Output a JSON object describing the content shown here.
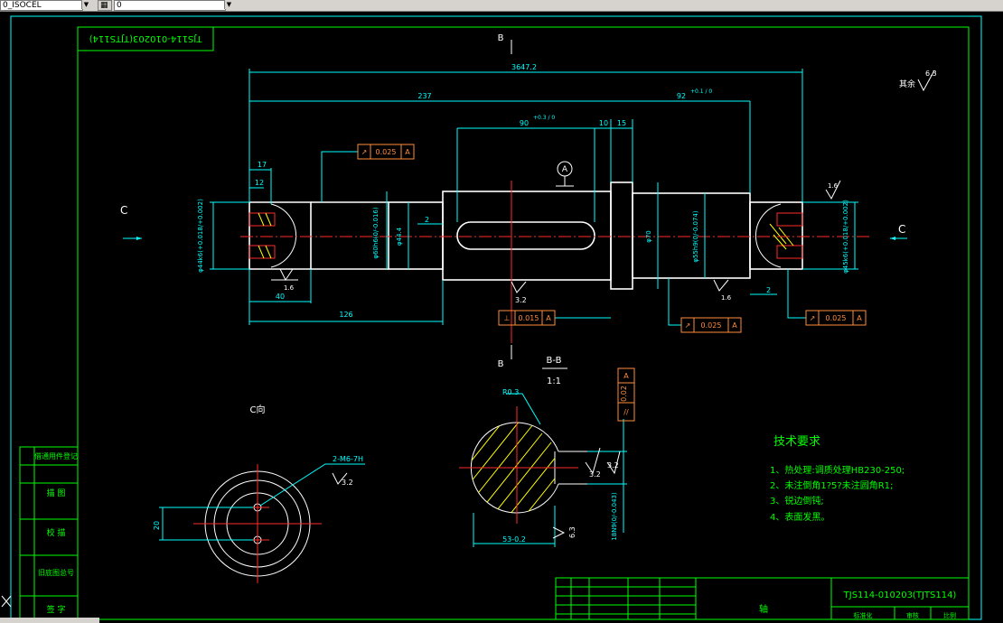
{
  "toolbar": {
    "field1": "0_ISOCEL",
    "field2": "0"
  },
  "drawing": {
    "title_rotated": "TJS114-010203(TJTS114)",
    "title_block_code": "TJS114-010203(TJTS114)",
    "part_name": "轴",
    "section_mark_b": "B",
    "view_mark_c": "C",
    "view_c_label": "C向",
    "section_title": "B-B",
    "section_scale": "1:1",
    "roughness_rest_label": "其余",
    "roughness_rest_value": "6.3"
  },
  "dimensions": {
    "overall": "3647.2",
    "d237": "237",
    "d92": "92",
    "d92_tol": "+0.1 / 0",
    "d90": "90",
    "d90_tol": "+0.3 / 0",
    "d10": "10",
    "d15": "15",
    "d17": "17",
    "d12": "12",
    "d40": "40",
    "d126": "126",
    "d2a": "2",
    "d2b": "2",
    "dia44k6": "φ44k6(+0.018/+0.002)",
    "dia60h6": "φ60h6(0/-0.016)",
    "dia44_4": "φ44.4",
    "dia70": "φ70",
    "dia55h9": "φ55h9(0/-0.074)",
    "dia45k6": "φ45k6(+0.018/+0.002)",
    "r03": "R0.3",
    "d53": "53-0.2",
    "d18n9": "18N9(0/-0.043)",
    "d20": "20",
    "thread": "2-M6-7H"
  },
  "tolerances": [
    {
      "symbol": "↗",
      "value": "0.025",
      "datum": "A"
    },
    {
      "symbol": "⊥",
      "value": "0.015",
      "datum": "A"
    },
    {
      "symbol": "↗",
      "value": "0.025",
      "datum": "A"
    },
    {
      "symbol": "↗",
      "value": "0.025",
      "datum": "A"
    },
    {
      "symbol": "//",
      "value": "0.02",
      "datum": "A"
    }
  ],
  "datum_label": "A",
  "roughness": {
    "r16a": "1.6",
    "r32a": "3.2",
    "r16b": "1.6",
    "r16c": "1.6",
    "r32b": "3.2",
    "r32c": "3.2",
    "r32d": "3.2",
    "r63": "6.3"
  },
  "tech_requirements": {
    "title": "技术要求",
    "items": [
      "1、热处理:调质处理HB230-250;",
      "2、未注倒角1?5?未注圆角R1;",
      "3、锐边倒钝;",
      "4、表面发黑。"
    ]
  },
  "left_block": {
    "rows": [
      "借通用件登记",
      "描 图",
      "校 描",
      "旧底图总号",
      "签 字"
    ]
  },
  "title_block": {
    "labels": [
      "标准化",
      "审核",
      "比例"
    ]
  },
  "colors": {
    "background": "#000000",
    "outline": "#ffffff",
    "dimension": "#00ffff",
    "centerline": "#ff2a2a",
    "hatch": "#ffff00",
    "frame": "#00ff00",
    "tolerance_frame": "#ff8c3a"
  }
}
